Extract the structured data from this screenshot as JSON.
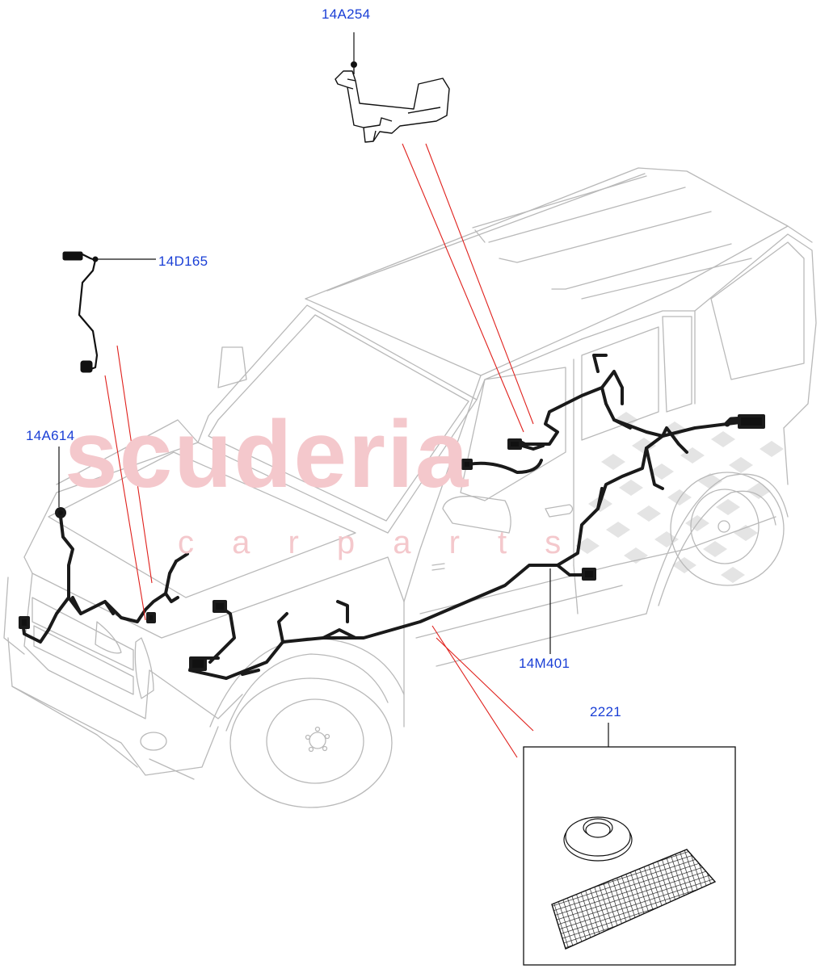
{
  "colors": {
    "label": "#1a3fd6",
    "leader_red": "#e0201c",
    "leader_black": "#111111",
    "car_outline": "#b9b9b9",
    "harness": "#1a1a1a",
    "watermark": "#f4c8cc",
    "watermark_checker": "#e4e4e4"
  },
  "watermark": {
    "brand": "scuderia",
    "tagline": "c a r   p a r t s"
  },
  "callouts": [
    {
      "id": "14A254",
      "text": "14A254",
      "part": "bracket"
    },
    {
      "id": "14D165",
      "text": "14D165",
      "part": "sensor-lead"
    },
    {
      "id": "14A614",
      "text": "14A614",
      "part": "bonnet-harness"
    },
    {
      "id": "14M401",
      "text": "14M401",
      "part": "body-harness"
    },
    {
      "id": "2221",
      "text": "2221",
      "part": "grommet-and-tape-kit"
    }
  ],
  "icons": [
    "car-outline-icon",
    "wiring-harness-icon",
    "bracket-icon",
    "sensor-lead-icon",
    "grommet-icon",
    "mesh-tape-icon"
  ]
}
